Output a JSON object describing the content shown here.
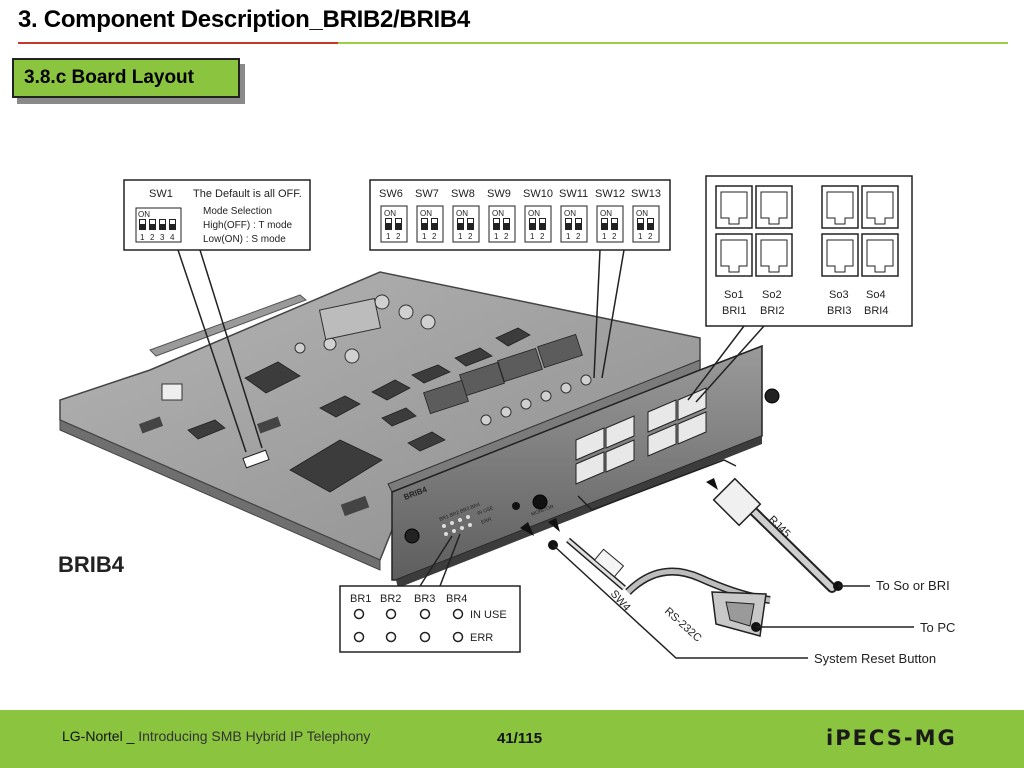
{
  "slide": {
    "title": "3. Component Description_BRIB2/BRIB4",
    "section": "3.8.c  Board Layout"
  },
  "diagram": {
    "board_name": "BRIB4",
    "faceplate_label": "BRIB4",
    "faceplate_monitor": "MONITOR",
    "faceplate_led_header": "BR1 BR2 BR3 BR4",
    "faceplate_in_use": "IN USE",
    "faceplate_err": "ERR",
    "sw1": {
      "name": "SW1",
      "default_note": "The Default is all OFF.",
      "on_label": "ON",
      "pins": [
        "1",
        "2",
        "3",
        "4"
      ],
      "lines": [
        "Mode Selection",
        "High(OFF) : T mode",
        "Low(ON) : S mode"
      ]
    },
    "dip_switches": {
      "names": [
        "SW6",
        "SW7",
        "SW8",
        "SW9",
        "SW10",
        "SW11",
        "SW12",
        "SW13"
      ],
      "on_label": "ON",
      "pins": [
        "1",
        "2"
      ]
    },
    "ports": {
      "labels": [
        {
          "top": "So1",
          "bottom": "BRI1"
        },
        {
          "top": "So2",
          "bottom": "BRI2"
        },
        {
          "top": "So3",
          "bottom": "BRI3"
        },
        {
          "top": "So4",
          "bottom": "BRI4"
        }
      ]
    },
    "leds": {
      "labels": [
        "BR1",
        "BR2",
        "BR3",
        "BR4"
      ],
      "row1": "IN USE",
      "row2": "ERR"
    },
    "cables": {
      "rj45": "RJ45",
      "rs232": "RS-232C",
      "sw4": "SW4"
    },
    "callouts": {
      "to_so_or_bri": "To So or BRI",
      "to_pc": "To PC",
      "system_reset": "System Reset Button"
    }
  },
  "footer": {
    "brand": "LG-Nortel _ ",
    "subtitle": "Introducing SMB Hybrid IP Telephony",
    "page": "41/115",
    "logo": "iPECS-MG"
  }
}
